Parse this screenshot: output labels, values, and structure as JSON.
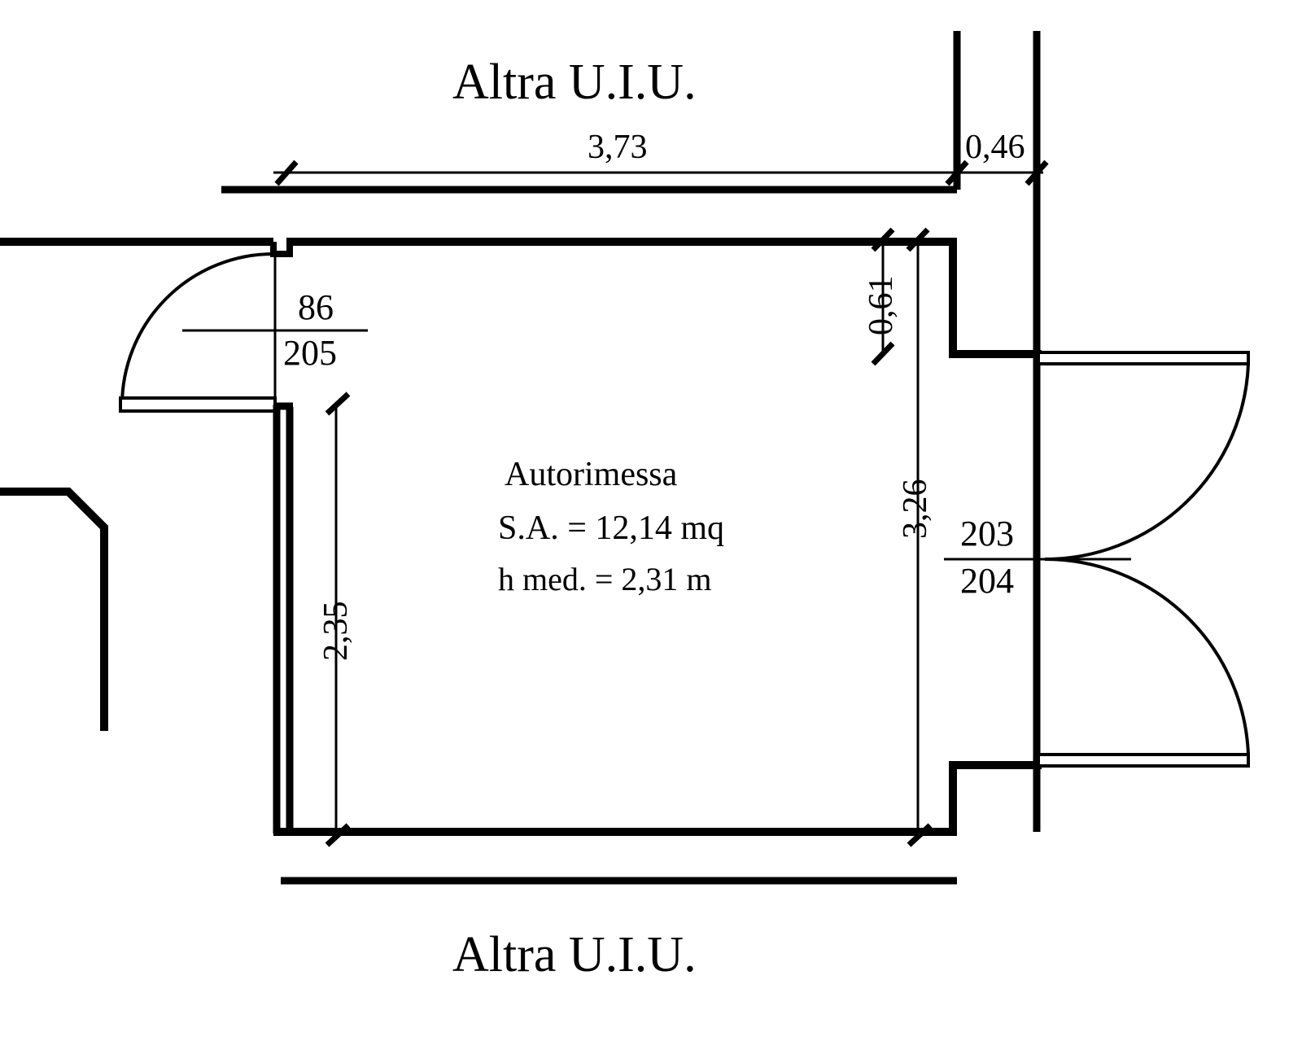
{
  "drawing": {
    "type": "architectural-floor-plan",
    "units": "meters / centimeters",
    "top_label": "Altra U.I.U.",
    "bottom_label": "Altra U.I.U."
  },
  "room": {
    "name": "Autorimessa",
    "area_line": "S.A. = 12,14 mq",
    "height_line": "h med. = 2,31 m",
    "area_value": "12,14",
    "area_unit": "mq",
    "height_value": "2,31",
    "height_unit": "m"
  },
  "dimensions": {
    "top_width": "3,73",
    "top_right_offset": "0,46",
    "right_notch": "0,61",
    "right_height": "3,26",
    "left_height": "2,35"
  },
  "doors": {
    "left": {
      "width_cm": "86",
      "height_cm": "205"
    },
    "right": {
      "width_cm": "203",
      "height_cm": "204"
    }
  },
  "colors": {
    "line": "#000000",
    "background": "#ffffff"
  },
  "chart_data": {
    "type": "table",
    "title": "Autorimessa - planimetria catastale",
    "categories": [
      "3,73",
      "0,46",
      "0,61",
      "3,26",
      "2,35"
    ],
    "values": [
      3.73,
      0.46,
      0.61,
      3.26,
      2.35
    ],
    "xlabel": "quota",
    "ylabel": "metri"
  }
}
